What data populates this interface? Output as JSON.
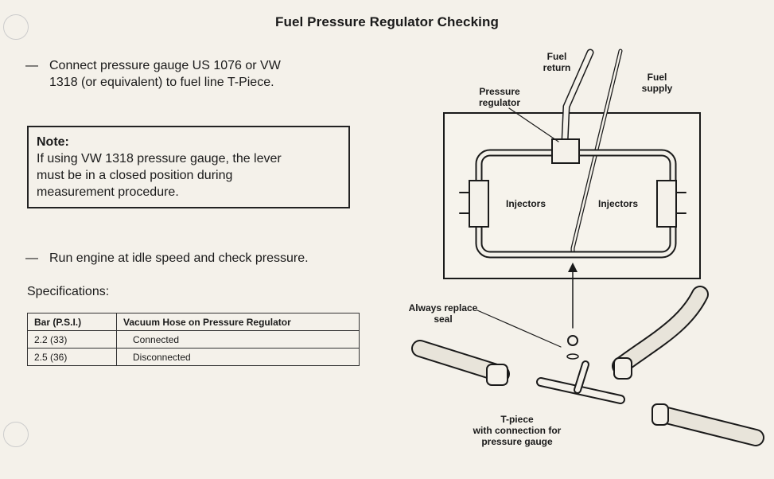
{
  "title": "Fuel Pressure Regulator Checking",
  "steps": {
    "connect_line1": "Connect pressure gauge US 1076 or VW",
    "connect_line2": "1318 (or equivalent) to fuel line T-Piece.",
    "run_engine": "Run engine at idle speed and check pressure."
  },
  "note": {
    "title": "Note:",
    "line1": "If using VW 1318 pressure gauge, the lever",
    "line2": "must be in a closed position during",
    "line3": "measurement procedure."
  },
  "specifications": {
    "label": "Specifications:",
    "headers": [
      "Bar (P.S.I.)",
      "Vacuum Hose on Pressure Regulator"
    ],
    "rows": [
      [
        "2.2 (33)",
        "Connected"
      ],
      [
        "2.5 (36)",
        "Disconnected"
      ]
    ]
  },
  "diagram": {
    "fuel_return": [
      "Fuel",
      "return"
    ],
    "fuel_supply": [
      "Fuel",
      "supply"
    ],
    "pressure_regulator": [
      "Pressure",
      "regulator"
    ],
    "injectors_left": "Injectors",
    "injectors_right": "Injectors",
    "seal": [
      "Always replace",
      "seal"
    ],
    "tpiece": [
      "T-piece",
      "with connection for",
      "pressure gauge"
    ]
  },
  "colors": {
    "paper": "#f4f1ea",
    "ink": "#1a1a1a"
  }
}
